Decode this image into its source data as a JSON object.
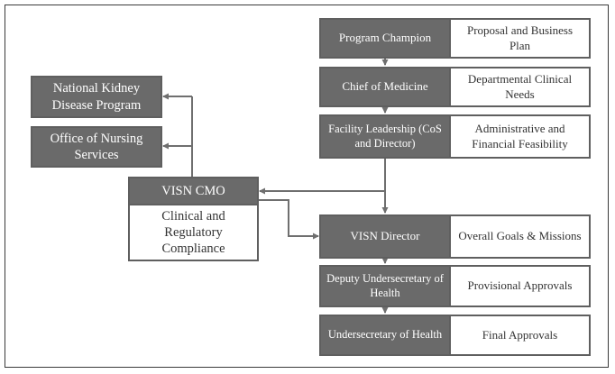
{
  "boxes": {
    "program_champion": "Program Champion",
    "proposal_business_plan": "Proposal and Business Plan",
    "chief_of_medicine": "Chief of Medicine",
    "departmental_clinical_needs": "Departmental Clinical Needs",
    "facility_leadership": "Facility Leadership (CoS and Director)",
    "administrative_financial": "Administrative and Financial Feasibility",
    "national_kidney": "National Kidney Disease Program",
    "office_nursing": "Office of Nursing Services",
    "visn_cmo": "VISN CMO",
    "clinical_regulatory": "Clinical and Regulatory Compliance",
    "visn_director": "VISN Director",
    "overall_goals": "Overall Goals & Missions",
    "deputy_undersecretary": "Deputy Undersecretary of Health",
    "provisional_approvals": "Provisional Approvals",
    "undersecretary": "Undersecretary of Health",
    "final_approvals": "Final Approvals"
  },
  "colors": {
    "dark_box": "#6a6a6a",
    "border": "#5f5f5f",
    "arrow": "#6f6f6f",
    "light_text": "#333333"
  }
}
